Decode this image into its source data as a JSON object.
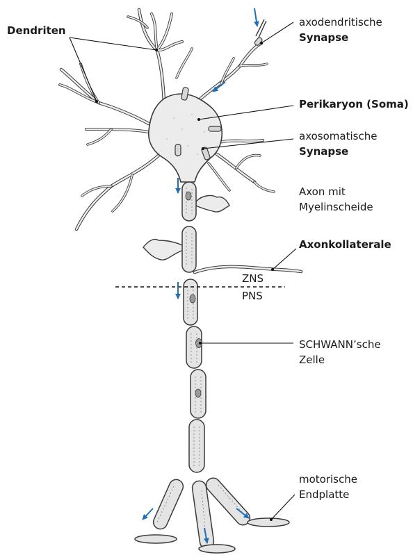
{
  "labels": {
    "dendriten": "Dendriten",
    "axodendritisch_1": "axodendritische",
    "axodendritisch_2": "Synapse",
    "perikaryon": "Perikaryon (Soma)",
    "axosomatisch_1": "axosomatische",
    "axosomatisch_2": "Synapse",
    "axon_1": "Axon mit",
    "axon_2": "Myelinscheide",
    "axonkollaterale": "Axonkollaterale",
    "zns": "ZNS",
    "pns": "PNS",
    "schwann_1": "SCHWANN’sche",
    "schwann_2": "Zelle",
    "endplatte_1": "motorische",
    "endplatte_2": "Endplatte"
  },
  "colors": {
    "arrow": "#1f6fb2",
    "outline": "#3a3a3a",
    "fill": "#e9e9e9",
    "leader": "#111111"
  }
}
